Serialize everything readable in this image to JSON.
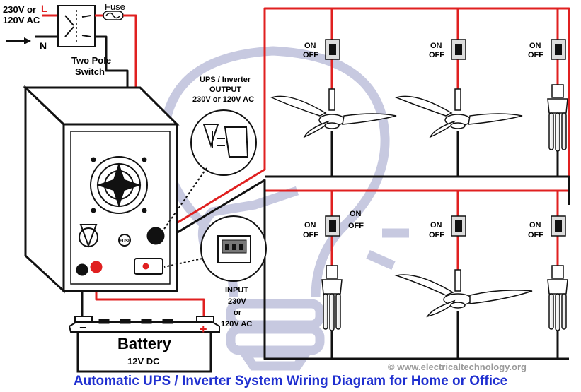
{
  "supply": {
    "voltage_line1": "230V or",
    "voltage_line2": "120V AC",
    "live_label": "L",
    "neutral_label": "N",
    "fuse_label": "Fuse"
  },
  "switch": {
    "label_line1": "Two Pole",
    "label_line2": "Switch"
  },
  "ups_output": {
    "line1": "UPS / Inverter",
    "line2": "OUTPUT",
    "line3": "230V or 120V AC"
  },
  "ups_input": {
    "line1": "INPUT",
    "line2": "230V",
    "line3": "or",
    "line4": "120V AC"
  },
  "inverter": {
    "fuse_text": "FUSE"
  },
  "battery": {
    "title": "Battery",
    "voltage": "12V DC",
    "neg": "−",
    "pos": "+"
  },
  "switch_labels": {
    "on": "ON",
    "off": "OFF"
  },
  "watermark": "© www.electricaltechnology.org",
  "caption": "Automatic UPS / Inverter System Wiring Diagram for Home or Office",
  "colors": {
    "live_wire": "#e02020",
    "neutral_wire": "#111111",
    "watermark_bulb": "#c7c9e0",
    "caption": "#1f2fd0"
  }
}
